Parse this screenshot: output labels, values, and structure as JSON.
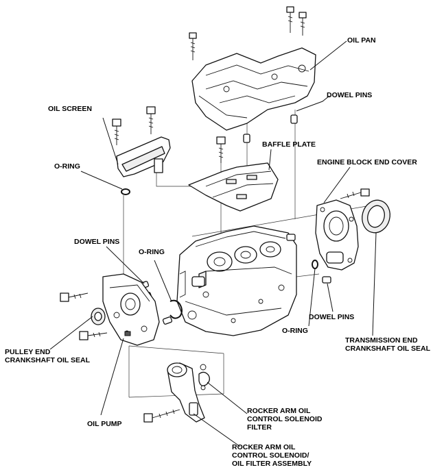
{
  "labels": {
    "oil_pan": "OIL PAN",
    "dowel_pins_top": "DOWEL PINS",
    "oil_screen": "OIL SCREEN",
    "baffle_plate": "BAFFLE PLATE",
    "engine_block_end_cover": "ENGINE BLOCK END COVER",
    "o_ring_left": "O-RING",
    "dowel_pins_left": "DOWEL PINS",
    "o_ring_middle": "O-RING",
    "o_ring_right": "O-RING",
    "dowel_pins_right": "DOWEL PINS",
    "pulley_end_seal": [
      "PULLEY END",
      "CRANKSHAFT OIL SEAL"
    ],
    "transmission_end_seal": [
      "TRANSMISSION END",
      "CRANKSHAFT OIL SEAL"
    ],
    "oil_pump": "OIL PUMP",
    "solenoid_filter": [
      "ROCKER ARM OIL",
      "CONTROL SOLENOID",
      "FILTER"
    ],
    "solenoid_assembly": [
      "ROCKER ARM OIL",
      "CONTROL SOLENOID/",
      "OIL FILTER ASSEMBLY"
    ]
  },
  "colors": {
    "ink": "#111111",
    "background": "#ffffff"
  }
}
